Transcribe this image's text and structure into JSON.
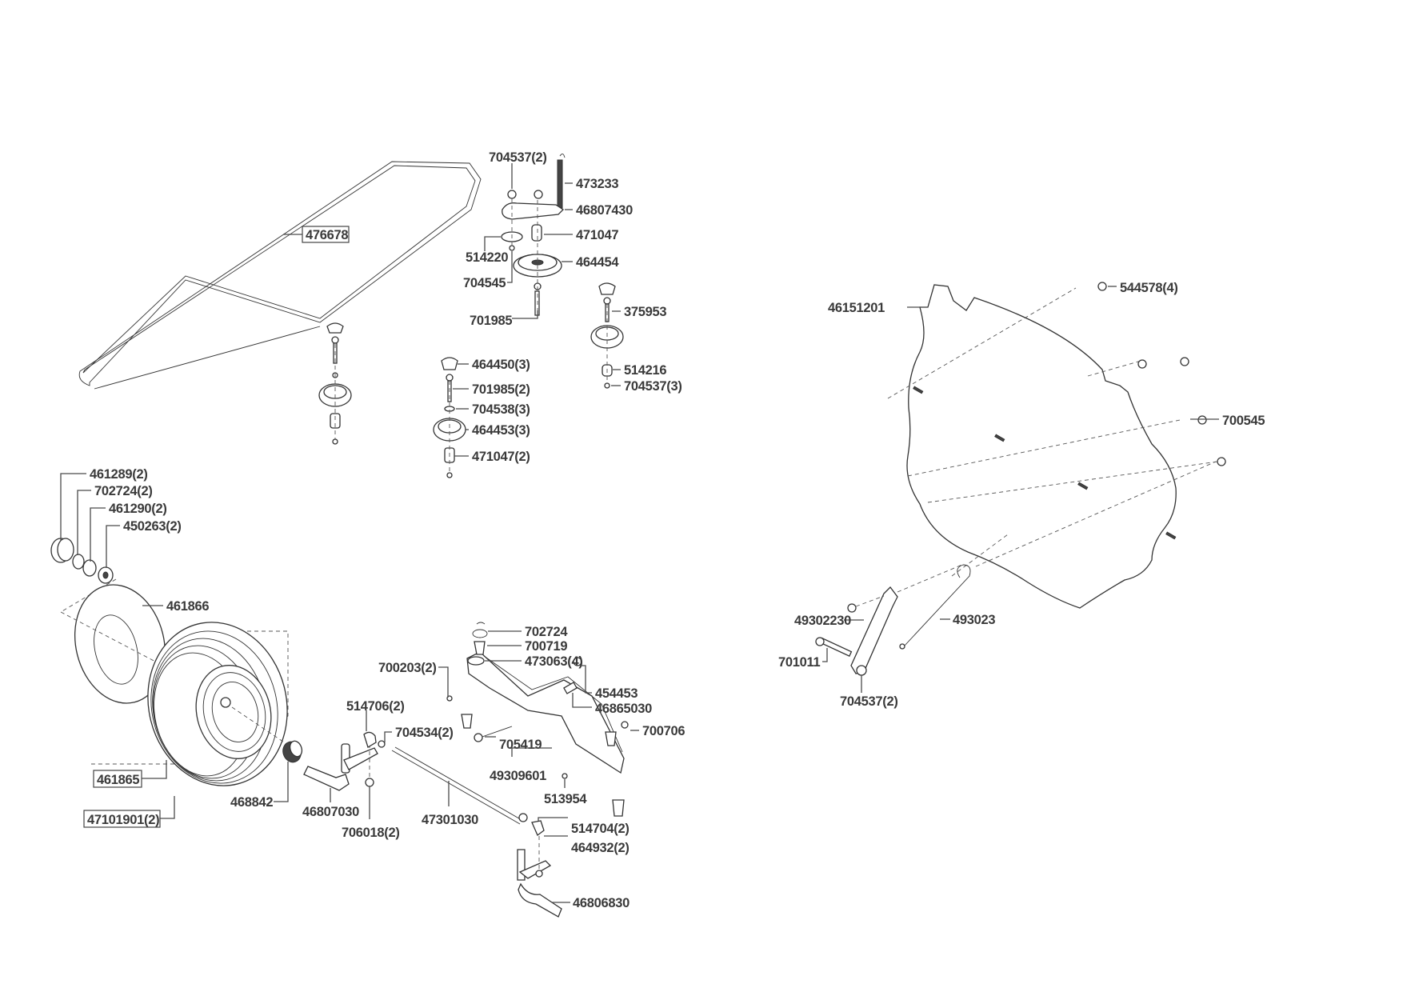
{
  "diagram": {
    "title": "Exploded parts view - drive belt, pulleys, wheels, steering and pan",
    "callouts": {
      "belt": "476678",
      "nut_top": "704537(2)",
      "spring": "473233",
      "idler_arm": "46807430",
      "spacer_top": "471047",
      "washer_top": "514220",
      "idler_pulley": "464454",
      "pin": "704545",
      "bolt_idler": "701985",
      "belt_guide": "375953",
      "spacer_right": "514216",
      "nut_right": "704537(3)",
      "guide3": "464450(3)",
      "bolt2": "701985(2)",
      "washer3": "704538(3)",
      "pulley3": "464453(3)",
      "spacer2": "471047(2)",
      "bearing_cup": "461289(2)",
      "clip": "702724(2)",
      "washer_wheel": "461290(2)",
      "bearing": "450263(2)",
      "tube": "461866",
      "tire": "461865",
      "wheel_assembly": "47101901(2)",
      "bushing": "468842",
      "spindle_left": "46807030",
      "nut_spindle": "706018(2)",
      "tie_rod": "47301030",
      "ball_joint_left": "514706(2)",
      "nut_ball": "704534(2)",
      "grease_fitting": "700203(2)",
      "clip_axle": "702724",
      "washer_axle": "700719",
      "bushing_axle": "473063(4)",
      "spacer_axle": "454453",
      "tube_axle": "46865030",
      "bolt_axle": "700706",
      "pivot_bolt": "705419",
      "front_axle": "49309601",
      "nut_axle": "513954",
      "ball_joint_right": "514704(2)",
      "jam_nut": "464932(2)",
      "spindle_right": "46806830",
      "pan": "46151201",
      "screw_pan": "544578(4)",
      "bolt_pan": "700545",
      "bracket": "49302230",
      "rod": "493023",
      "bolt_bracket": "701011",
      "nut_bracket": "704537(2)"
    }
  }
}
